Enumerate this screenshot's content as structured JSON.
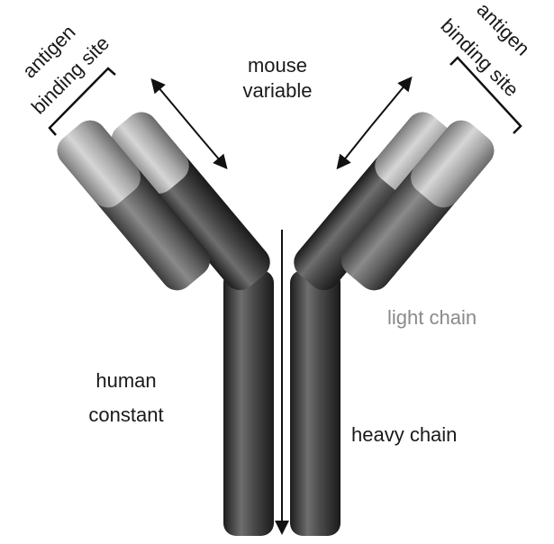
{
  "labels": {
    "antigen_left": "antigen",
    "binding_site_left": "binding site",
    "antigen_right": "antigen",
    "binding_site_right": "binding site",
    "mouse": "mouse",
    "variable": "variable",
    "human": "human",
    "constant": "constant",
    "light_chain": "light chain",
    "heavy_chain": "heavy chain"
  },
  "colors": {
    "heavy_chain_dark": "#2a2a2a",
    "heavy_chain_mid": "#6a6a6a",
    "variable_region": "#a8a8a8",
    "light_chain_label": "#8a8a8a",
    "text": "#1a1a1a"
  }
}
